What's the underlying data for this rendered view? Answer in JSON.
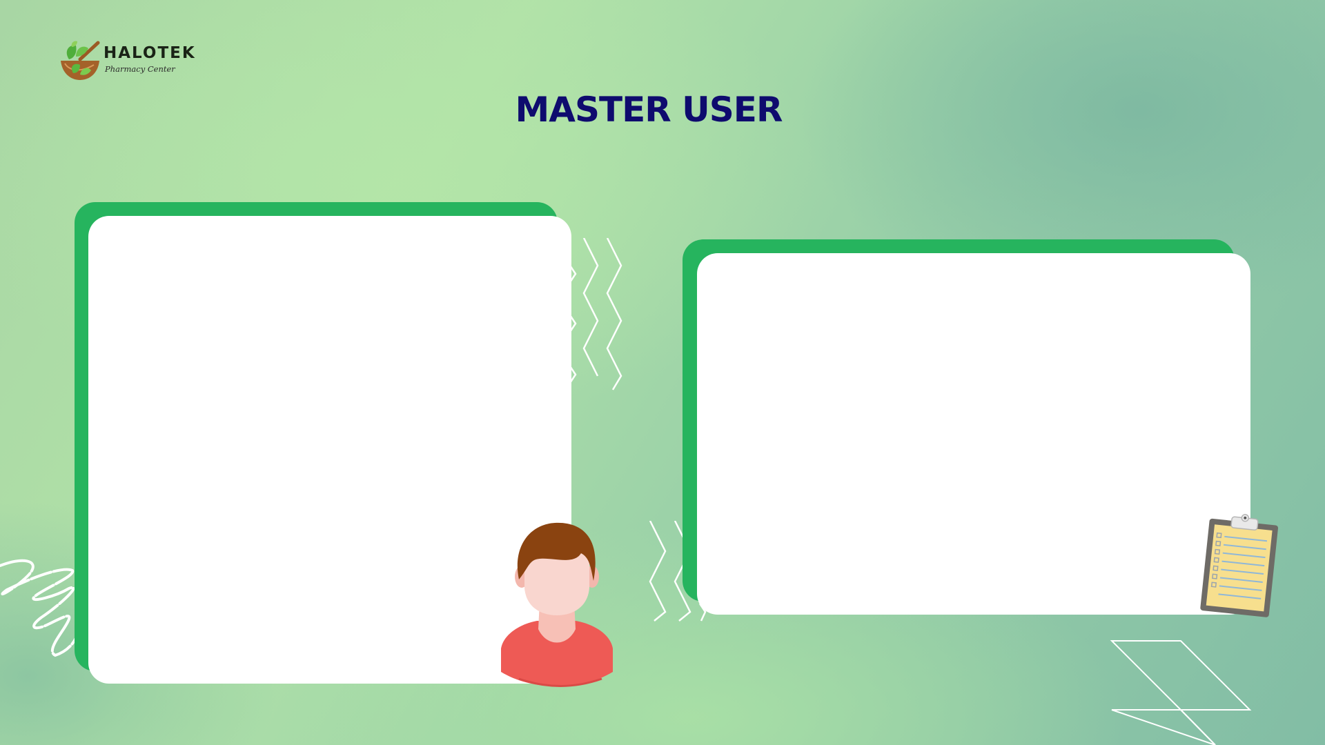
{
  "brand": {
    "name": "HALOTEK",
    "tagline": "Pharmacy Center",
    "logo_icon": "mortar-pestle-leaf-icon"
  },
  "page": {
    "title": "MASTER USER"
  },
  "colors": {
    "title": "#0e0b6e",
    "card_accent": "#26b45e",
    "card_fill": "#ffffff"
  },
  "illustrations": {
    "left_card": "user-avatar-illustration",
    "right_card": "clipboard-checklist-illustration"
  }
}
